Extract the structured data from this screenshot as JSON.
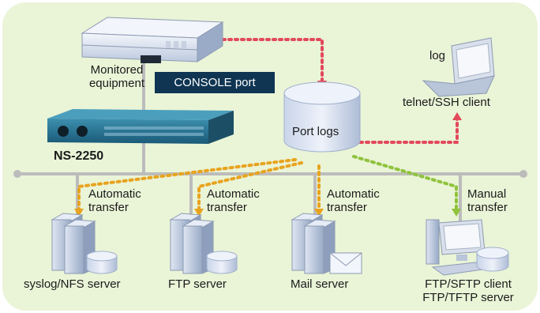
{
  "colors": {
    "background": "#eaf4d7",
    "bus_line": "#bcbcbc",
    "orange_arrow": "#e8a31e",
    "red_arrow": "#e2495a",
    "green_arrow": "#8fc33c",
    "console_bg": "#0f3552"
  },
  "nodes": {
    "monitored_equipment": {
      "label_line1": "Monitored",
      "label_line2": "equipment"
    },
    "console_port": {
      "label": "CONSOLE port"
    },
    "ns2250": {
      "label": "NS-2250"
    },
    "port_logs": {
      "label": "Port logs"
    },
    "client": {
      "label": "telnet/SSH client",
      "log_label": "log"
    },
    "syslog_server": {
      "label": "syslog/NFS server"
    },
    "ftp_server": {
      "label": "FTP server"
    },
    "mail_server": {
      "label": "Mail server"
    },
    "ftp_client": {
      "label_line1": "FTP/SFTP client",
      "label_line2": "FTP/TFTP server"
    }
  },
  "transfers": {
    "automatic_1": {
      "line1": "Automatic",
      "line2": "transfer"
    },
    "automatic_2": {
      "line1": "Automatic",
      "line2": "transfer"
    },
    "automatic_3": {
      "line1": "Automatic",
      "line2": "transfer"
    },
    "manual": {
      "line1": "Manual",
      "line2": "transfer"
    }
  },
  "icons": [
    "rack-unit-icon",
    "console-switch-icon",
    "database-icon",
    "laptop-icon",
    "server-icon",
    "mail-icon",
    "desktop-pc-icon"
  ]
}
